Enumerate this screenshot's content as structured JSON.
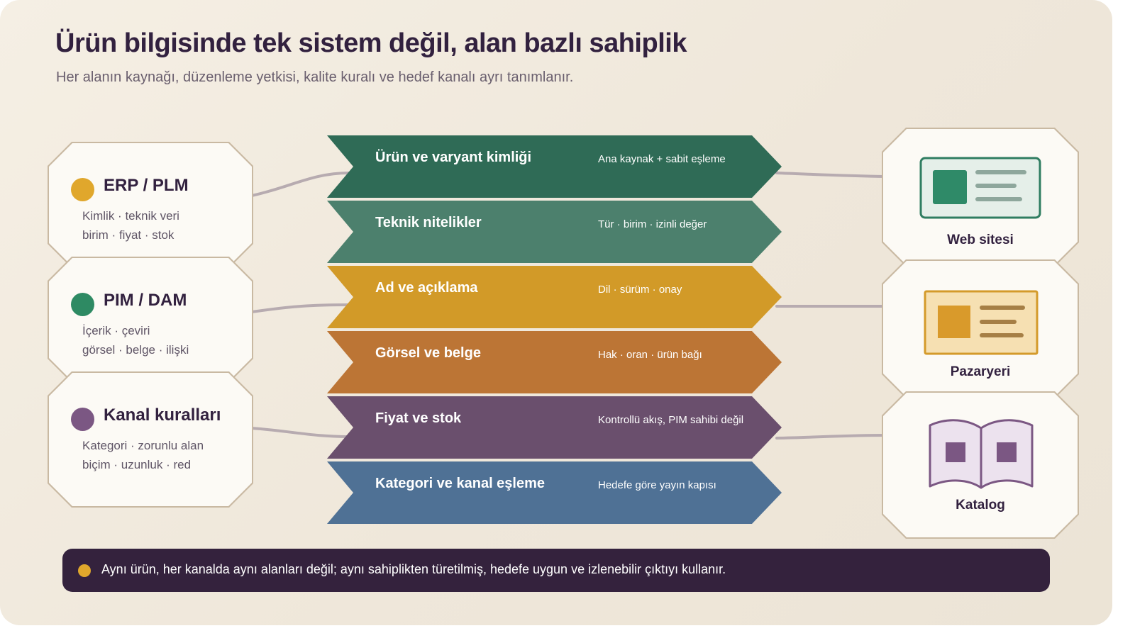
{
  "title": "Ürün bilgisinde tek sistem değil, alan bazlı sahiplik",
  "subtitle": "Her alanın kaynağı, düzenleme yetkisi, kalite kuralı ve hedef kanalı ayrı tanımlanır.",
  "sources": [
    {
      "title": "ERP / PLM",
      "line1": "Kimlik · teknik veri",
      "line2": "birim · fiyat · stok",
      "color": "#e0a72c"
    },
    {
      "title": "PIM / DAM",
      "line1": "İçerik · çeviri",
      "line2": "görsel · belge · ilişki",
      "color": "#2e8a63"
    },
    {
      "title": "Kanal kuralları",
      "line1": "Kategori · zorunlu alan",
      "line2": "biçim · uzunluk · red",
      "color": "#7b5783"
    }
  ],
  "rows": [
    {
      "label": "Ürün ve varyant kimliği",
      "note": "Ana kaynak + sabit eşleme",
      "color": "#2f6b56"
    },
    {
      "label": "Teknik nitelikler",
      "note": "Tür · birim · izinli değer",
      "color": "#4c806d"
    },
    {
      "label": "Ad ve açıklama",
      "note": "Dil · sürüm · onay",
      "color": "#d29a28"
    },
    {
      "label": "Görsel ve belge",
      "note": "Hak · oran · ürün bağı",
      "color": "#bc7535"
    },
    {
      "label": "Fiyat ve stok",
      "note": "Kontrollü akış, PIM sahibi değil",
      "color": "#6a4f6d"
    },
    {
      "label": "Kategori ve kanal eşleme",
      "note": "Hedefe göre yayın kapısı",
      "color": "#4f7195"
    }
  ],
  "targets": [
    {
      "label": "Web sitesi",
      "icon": "web-page-icon"
    },
    {
      "label": "Pazaryeri",
      "icon": "marketplace-listing-icon"
    },
    {
      "label": "Katalog",
      "icon": "open-catalog-icon"
    }
  ],
  "footer": {
    "text": "Aynı ürün, her kanalda aynı alanları değil; aynı sahiplikten türetilmiş, hedefe uygun ve izlenebilir çıktıyı kullanır."
  }
}
